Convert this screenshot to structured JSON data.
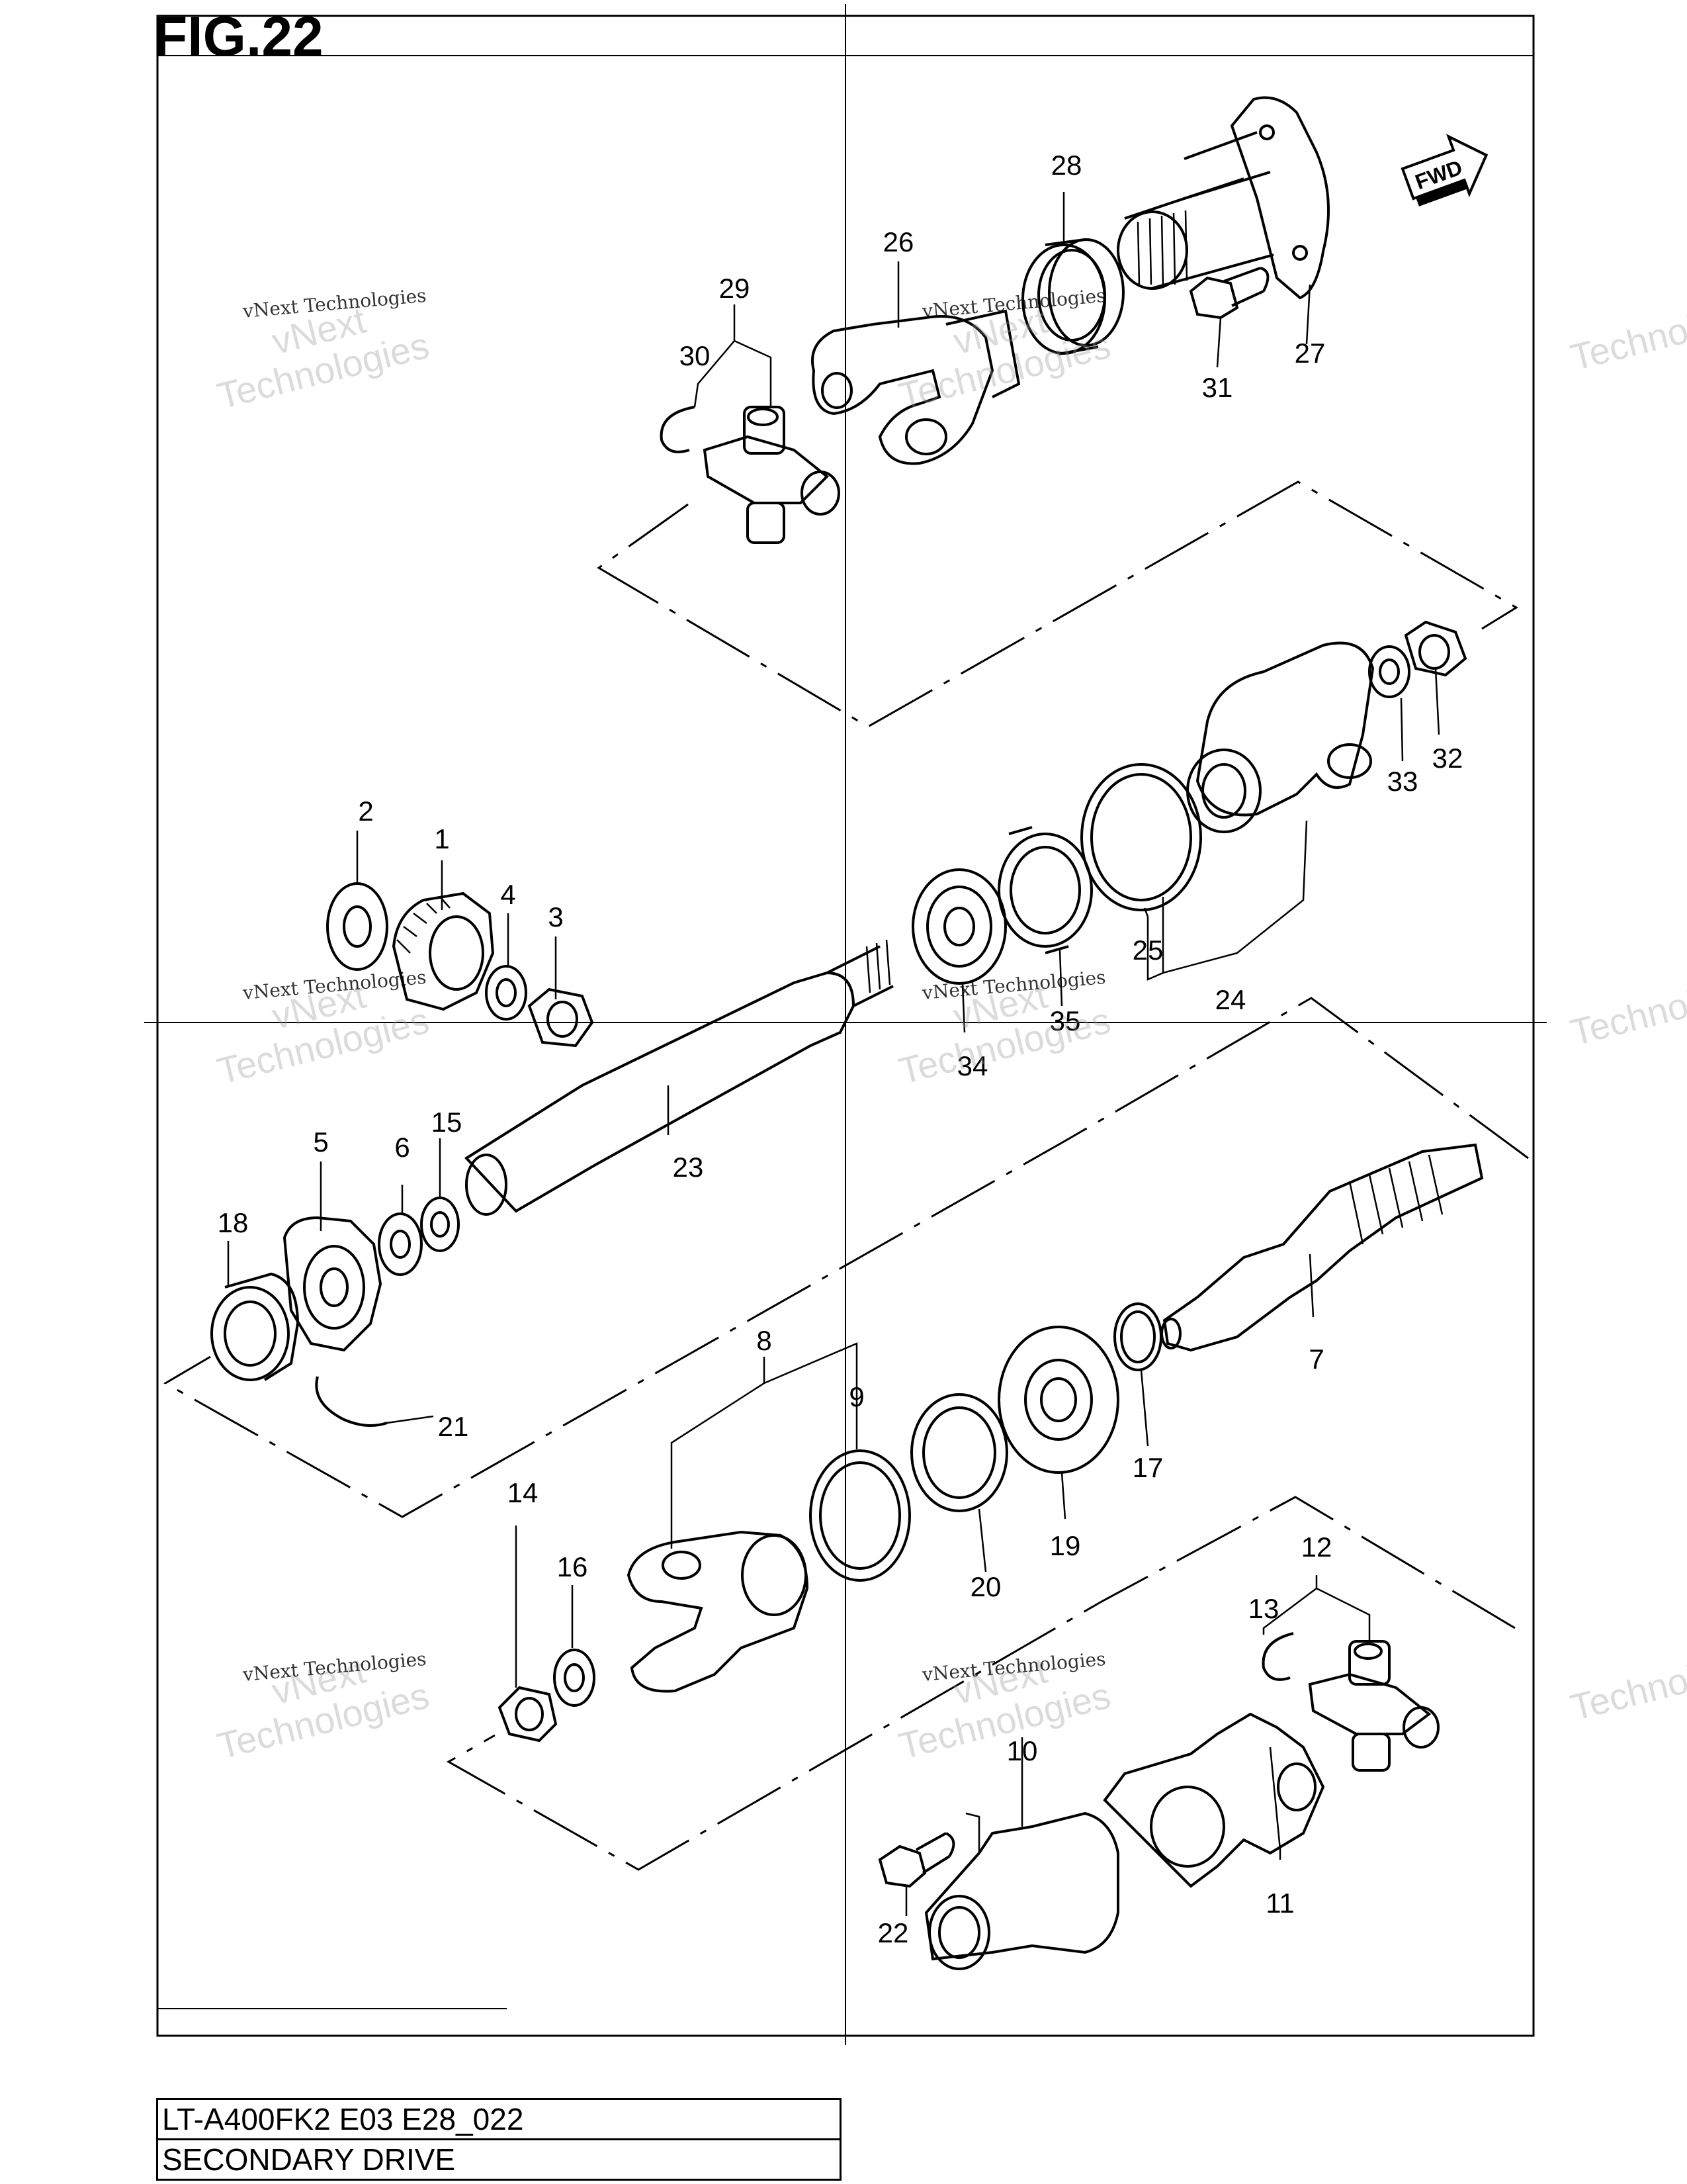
{
  "figure": {
    "title": "FIG.22",
    "fwd_label": "FWD"
  },
  "footer": {
    "model_code": "LT-A400FK2 E03 E28_022",
    "section_name": "SECONDARY DRIVE"
  },
  "watermark": {
    "line1": "vNext",
    "line2": "Technologies",
    "small": "vNext Technologies"
  },
  "callouts": [
    "1",
    "2",
    "3",
    "4",
    "5",
    "6",
    "7",
    "8",
    "9",
    "10",
    "11",
    "12",
    "13",
    "14",
    "15",
    "16",
    "17",
    "18",
    "19",
    "20",
    "21",
    "22",
    "23",
    "24",
    "25",
    "26",
    "27",
    "28",
    "29",
    "30",
    "31",
    "32",
    "33",
    "34",
    "35"
  ]
}
